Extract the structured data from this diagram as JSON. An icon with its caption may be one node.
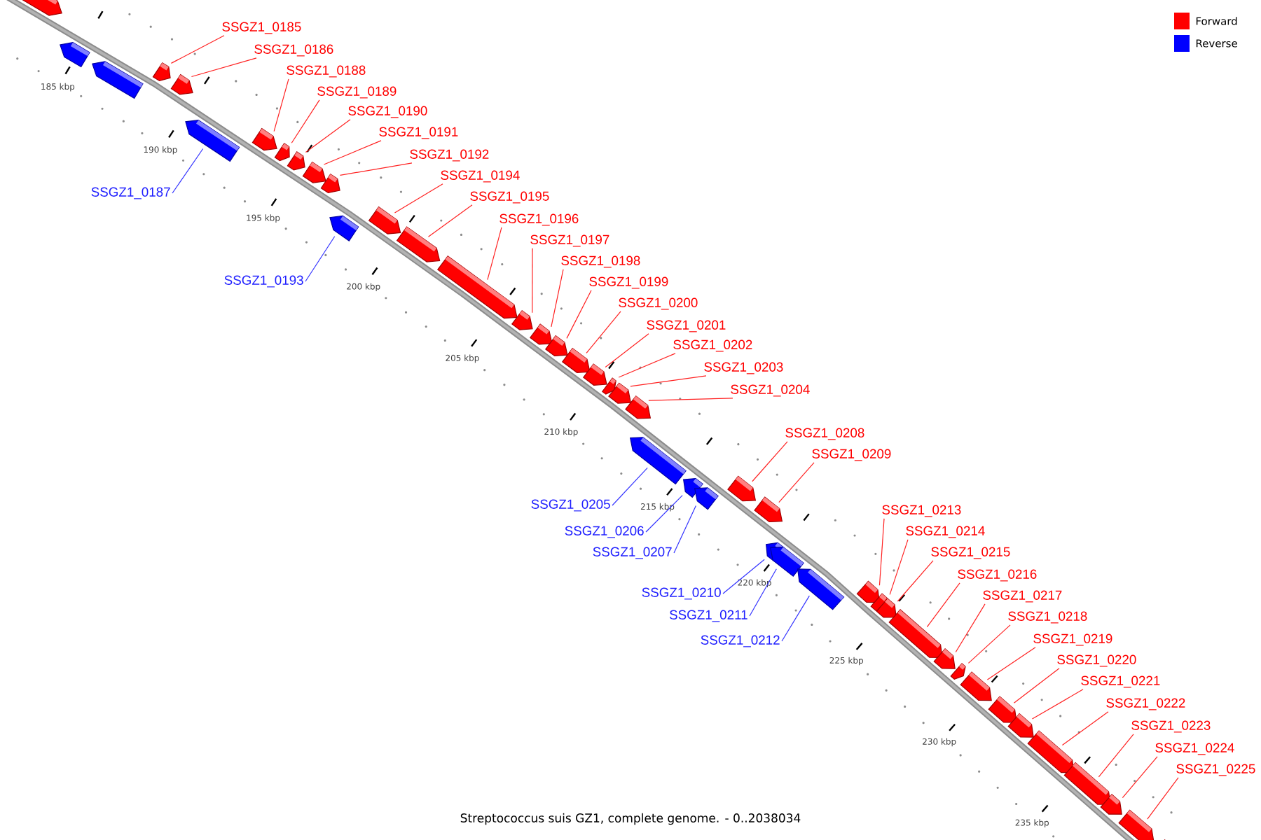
{
  "diagram": {
    "caption": "Streptococcus suis GZ1, complete genome. - 0..2038034",
    "nodes": [
      {
        "text": [],
        "shape": "bar"
      },
      {
        "text": [],
        "shape": "bar"
      },
      {
        "text": [],
        "shape": "bar"
      },
      {
        "text": [],
        "shape": "bar"
      },
      {
        "text": [
          "SSGZ1_0185"
        ]
      },
      {
        "text": [],
        "shape": "bar"
      },
      {
        "text": [
          "SSGZ1_0186"
        ]
      },
      {
        "text": [],
        "shape": "bar"
      },
      {
        "text": [
          "SSGZ1_0187"
        ]
      },
      {
        "text": [],
        "shape": "bar"
      },
      {
        "text": [
          "SSGZ1_0188"
        ]
      },
      {
        "text": [],
        "shape": "bar"
      },
      {
        "text": [
          "SSGZ1_0189"
        ]
      },
      {
        "text": [],
        "shape": "bar"
      },
      {
        "text": [
          "SSGZ1_0190"
        ]
      },
      {
        "text": [],
        "shape": "bar"
      },
      {
        "text": [
          "SSGZ1_0191"
        ]
      },
      {
        "text": [],
        "shape": "bar"
      },
      {
        "text": [
          "SSGZ1_0192"
        ]
      },
      {
        "text": [],
        "shape": "bar"
      },
      {
        "text": [
          "SSGZ1_0193"
        ]
      },
      {
        "text": [],
        "shape": "bar"
      },
      {
        "text": [
          "SSGZ1_0194"
        ]
      },
      {
        "text": [],
        "shape": "bar"
      },
      {
        "text": [
          "SSGZ1_0195"
        ]
      },
      {
        "text": [],
        "shape": "bar"
      },
      {
        "text": [
          "SSGZ1_0196"
        ]
      },
      {
        "text": [],
        "shape": "bar"
      },
      {
        "text": [
          "SSGZ1_0197"
        ]
      },
      {
        "text": [],
        "shape": "bar"
      },
      {
        "text": [
          "SSGZ1_0198"
        ]
      },
      {
        "text": [],
        "shape": "bar"
      },
      {
        "text": [
          "SSGZ1_0199"
        ]
      },
      {
        "text": [],
        "shape": "bar"
      },
      {
        "text": [
          "SSGZ1_0200"
        ]
      },
      {
        "text": [],
        "shape": "bar"
      },
      {
        "text": [
          "SSGZ1_0201"
        ]
      },
      {
        "text": [],
        "shape": "bar"
      },
      {
        "text": [
          "SSGZ1_0202"
        ]
      },
      {
        "text": [],
        "shape": "bar"
      },
      {
        "text": [
          "SSGZ1_0203"
        ]
      },
      {
        "text": [],
        "shape": "bar"
      },
      {
        "text": [
          "SSGZ1_0204"
        ]
      },
      {
        "text": [],
        "shape": "bar"
      },
      {
        "text": [
          "SSGZ1_0205"
        ]
      },
      {
        "text": [],
        "shape": "bar"
      },
      {
        "text": [
          "SSGZ1_0206"
        ]
      },
      {
        "text": [],
        "shape": "bar"
      },
      {
        "text": [
          "SSGZ1_0207"
        ]
      },
      {
        "text": [],
        "shape": "bar"
      },
      {
        "text": [
          "SSGZ1_0208"
        ]
      },
      {
        "text": [],
        "shape": "bar"
      },
      {
        "text": [
          "SSGZ1_0209"
        ]
      },
      {
        "text": [],
        "shape": "bar"
      },
      {
        "text": [
          "SSGZ1_0210"
        ]
      },
      {
        "text": [],
        "shape": "bar"
      },
      {
        "text": [
          "SSGZ1_0211"
        ]
      },
      {
        "text": [],
        "shape": "bar"
      },
      {
        "text": [
          "SSGZ1_0212"
        ]
      },
      {
        "text": [],
        "shape": "bar"
      },
      {
        "text": [
          "SSGZ1_0213"
        ]
      },
      {
        "text": [],
        "shape": "bar"
      },
      {
        "text": [
          "SSGZ1_0214"
        ]
      },
      {
        "text": [],
        "shape": "bar"
      },
      {
        "text": [
          "SSGZ1_0215"
        ]
      },
      {
        "text": [],
        "shape": "bar"
      },
      {
        "text": [
          "SSGZ1_0216"
        ]
      },
      {
        "text": [],
        "shape": "bar"
      },
      {
        "text": [
          "SSGZ1_0217"
        ]
      },
      {
        "text": [],
        "shape": "bar"
      },
      {
        "text": [
          "SSGZ1_0218"
        ]
      },
      {
        "text": [],
        "shape": "bar"
      },
      {
        "text": [
          "SSGZ1_0219"
        ]
      },
      {
        "text": [],
        "shape": "bar"
      },
      {
        "text": [
          "SSGZ1_0220"
        ]
      },
      {
        "text": [],
        "shape": "bar"
      },
      {
        "text": [
          "SSGZ1_0221"
        ]
      },
      {
        "text": [],
        "shape": "bar"
      },
      {
        "text": [
          "SSGZ1_0222"
        ]
      },
      {
        "text": [],
        "shape": "bar"
      },
      {
        "text": [
          "SSGZ1_0223"
        ]
      },
      {
        "text": [],
        "shape": "bar"
      },
      {
        "text": [
          "SSGZ1_0224"
        ]
      },
      {
        "text": [],
        "shape": "bar"
      },
      {
        "text": [
          "SSGZ1_0225"
        ]
      },
      {
        "text": [],
        "shape": "bar"
      }
    ],
    "edges": [
      {
        "from": 4,
        "to": 3,
        "arrow": "none"
      },
      {
        "from": 6,
        "to": 5,
        "arrow": "none"
      },
      {
        "from": 8,
        "to": 7,
        "arrow": "none",
        "color": "#3333ff"
      },
      {
        "from": 10,
        "to": 9,
        "arrow": "none"
      },
      {
        "from": 12,
        "to": 11,
        "arrow": "none"
      },
      {
        "from": 14,
        "to": 13,
        "arrow": "none"
      },
      {
        "from": 16,
        "to": 15,
        "arrow": "none"
      },
      {
        "from": 18,
        "to": 17,
        "arrow": "none"
      },
      {
        "from": 20,
        "to": 19,
        "arrow": "none",
        "color": "#3333ff"
      },
      {
        "from": 22,
        "to": 21,
        "arrow": "none"
      },
      {
        "from": 24,
        "to": 23,
        "arrow": "none"
      },
      {
        "from": 26,
        "to": 25,
        "arrow": "none"
      },
      {
        "from": 28,
        "to": 27,
        "arrow": "none"
      },
      {
        "from": 30,
        "to": 29,
        "arrow": "none"
      },
      {
        "from": 32,
        "to": 31,
        "arrow": "none"
      },
      {
        "from": 34,
        "to": 33,
        "arrow": "none"
      },
      {
        "from": 36,
        "to": 35,
        "arrow": "none"
      },
      {
        "from": 38,
        "to": 37,
        "arrow": "none"
      },
      {
        "from": 40,
        "to": 39,
        "arrow": "none"
      },
      {
        "from": 42,
        "to": 41,
        "arrow": "none"
      },
      {
        "from": 44,
        "to": 43,
        "arrow": "none",
        "color": "#3333ff"
      },
      {
        "from": 46,
        "to": 45,
        "arrow": "none",
        "color": "#3333ff"
      },
      {
        "from": 48,
        "to": 47,
        "arrow": "none",
        "color": "#3333ff"
      },
      {
        "from": 50,
        "to": 49,
        "arrow": "none"
      },
      {
        "from": 52,
        "to": 51,
        "arrow": "none"
      },
      {
        "from": 54,
        "to": 53,
        "arrow": "none",
        "color": "#3333ff"
      },
      {
        "from": 56,
        "to": 55,
        "arrow": "none",
        "color": "#3333ff"
      },
      {
        "from": 58,
        "to": 57,
        "arrow": "none",
        "color": "#3333ff"
      },
      {
        "from": 60,
        "to": 59,
        "arrow": "none"
      },
      {
        "from": 62,
        "to": 61,
        "arrow": "none"
      },
      {
        "from": 64,
        "to": 63,
        "arrow": "none"
      },
      {
        "from": 66,
        "to": 65,
        "arrow": "none"
      },
      {
        "from": 68,
        "to": 67,
        "arrow": "none"
      },
      {
        "from": 70,
        "to": 69,
        "arrow": "none"
      },
      {
        "from": 72,
        "to": 71,
        "arrow": "none"
      },
      {
        "from": 74,
        "to": 73,
        "arrow": "none"
      },
      {
        "from": 76,
        "to": 75,
        "arrow": "none"
      },
      {
        "from": 78,
        "to": 77,
        "arrow": "none"
      },
      {
        "from": 80,
        "to": 79,
        "arrow": "none"
      },
      {
        "from": 82,
        "to": 81,
        "arrow": "none"
      },
      {
        "from": 84,
        "to": 83,
        "arrow": "none"
      }
    ],
    "labels": [
      "185 kbp",
      "190 kbp",
      "195 kbp",
      "200 kbp",
      "205 kbp",
      "210 kbp",
      "215 kbp",
      "220 kbp",
      "225 kbp",
      "230 kbp",
      "235 kbp"
    ],
    "legend": [
      {
        "text": "Forward",
        "color": "#ff0000"
      },
      {
        "text": "Reverse",
        "color": "#0000ff"
      }
    ]
  }
}
